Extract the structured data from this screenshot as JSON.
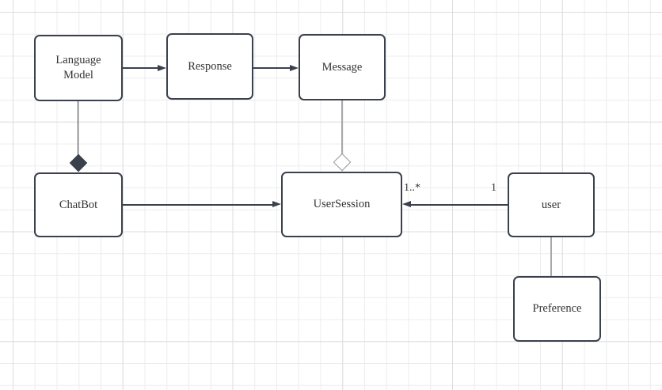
{
  "canvas": {
    "type": "uml-class-diagram",
    "colors": {
      "background": "#ffffff",
      "grid_minor": "#ececec",
      "grid_major": "#dddddd",
      "node_fill": "#ffffff",
      "stroke_dark": "#3a414c",
      "stroke_gray": "#a8a8a8",
      "text": "#333333"
    }
  },
  "nodes": {
    "language_model": {
      "label": "Language Model"
    },
    "response": {
      "label": "Response"
    },
    "message": {
      "label": "Message"
    },
    "chatbot": {
      "label": "ChatBot"
    },
    "user_session": {
      "label": "UserSession"
    },
    "user": {
      "label": "user"
    },
    "preference": {
      "label": "Preference"
    }
  },
  "edges": {
    "language_model_to_response": {
      "style": "arrow"
    },
    "response_to_message": {
      "style": "arrow"
    },
    "language_model_to_chatbot": {
      "style": "composition-diamond"
    },
    "message_to_user_session": {
      "style": "aggregation-diamond"
    },
    "chatbot_to_user_session": {
      "style": "arrow"
    },
    "user_to_user_session": {
      "style": "arrow",
      "multiplicity_target": "1..*",
      "multiplicity_source": "1"
    },
    "user_to_preference": {
      "style": "plain-line"
    }
  }
}
